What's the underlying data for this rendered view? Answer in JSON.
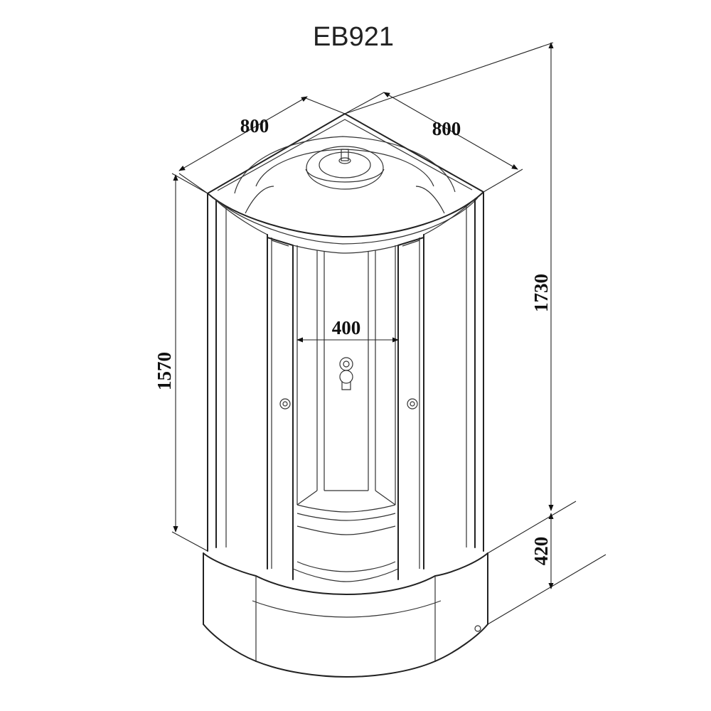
{
  "model": "EB921",
  "dimensions": {
    "width_left": "800",
    "width_right": "800",
    "door_opening": "400",
    "cabin_height": "1570",
    "total_height": "1730",
    "tray_height": "420"
  }
}
